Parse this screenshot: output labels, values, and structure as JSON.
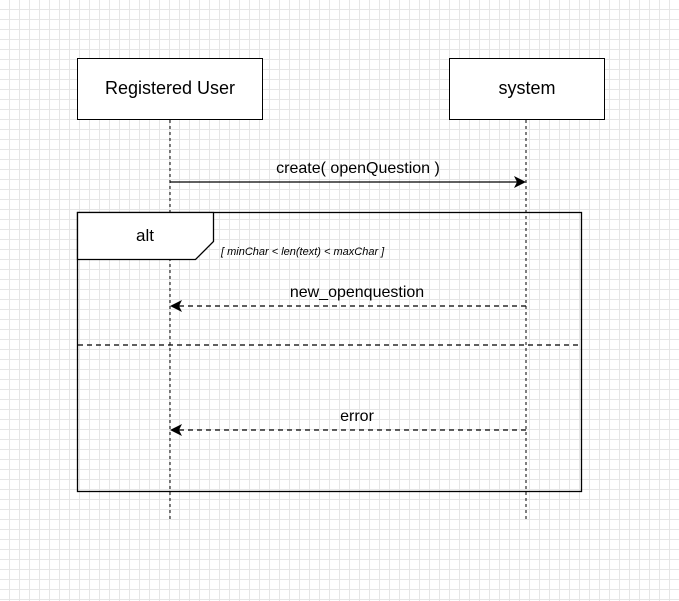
{
  "lifelines": {
    "left": {
      "label": "Registered User"
    },
    "right": {
      "label": "system"
    }
  },
  "messages": {
    "create": {
      "label": "create( openQuestion )"
    },
    "new_openquestion": {
      "label": "new_openquestion"
    },
    "error": {
      "label": "error"
    }
  },
  "alt_fragment": {
    "operator": "alt",
    "guard": "[ minChar < len(text) < maxChar ]"
  }
}
